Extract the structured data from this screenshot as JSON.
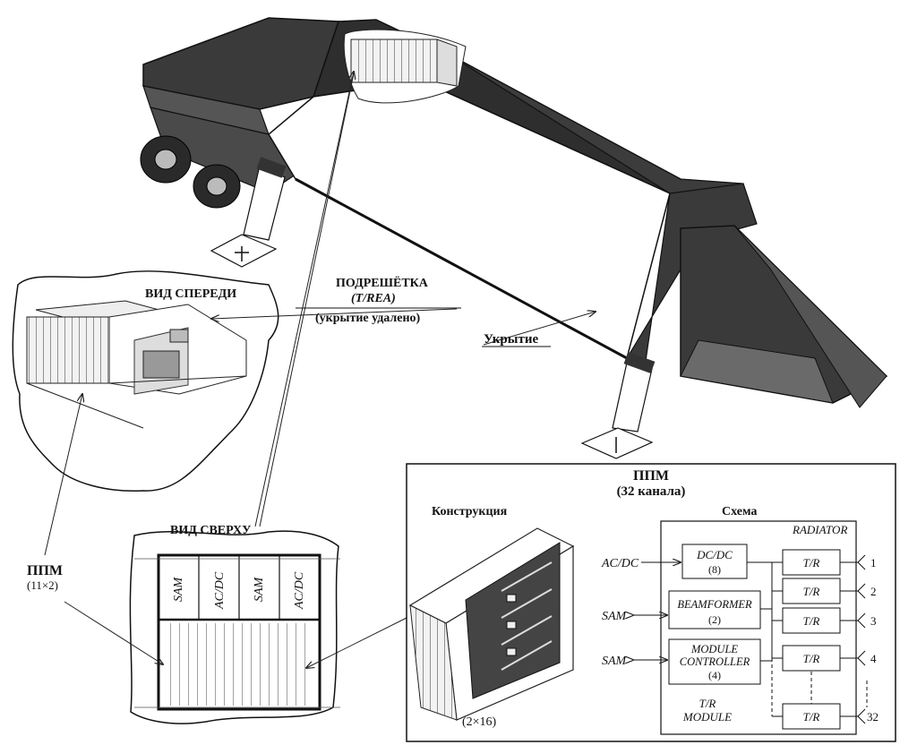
{
  "labels": {
    "subarray_title": "ПОДРЕШЁТКА",
    "subarray_abbr": "(T/REA)",
    "subarray_note": "(укрытие удалено)",
    "front_view": "ВИД СПЕРЕДИ",
    "top_view": "ВИД СВЕРХУ",
    "cover": "Укрытие",
    "ppm_left": "ППМ",
    "ppm_left_count": "(11×2)"
  },
  "top_view_modules": [
    "SAM",
    "AC/DC",
    "SAM",
    "AC/DC"
  ],
  "module_panel": {
    "title": "ППМ",
    "subtitle": "(32 канала)",
    "construction_label": "Конструкция",
    "construction_count": "(2×16)",
    "schema_label": "Схема",
    "radiator": "RADIATOR",
    "blocks": {
      "dcdc": "DC/DC",
      "dcdc_count": "(8)",
      "beamformer": "BEAMFORMER",
      "beamformer_count": "(2)",
      "controller_line1": "MODULE",
      "controller_line2": "CONTROLLER",
      "controller_count": "(4)",
      "tr_module_line1": "T/R",
      "tr_module_line2": "MODULE"
    },
    "inputs": [
      "AC/DC",
      "SAM",
      "SAM"
    ],
    "tr_label": "T/R",
    "tr_channels": [
      "1",
      "2",
      "3",
      "4",
      "32"
    ]
  }
}
